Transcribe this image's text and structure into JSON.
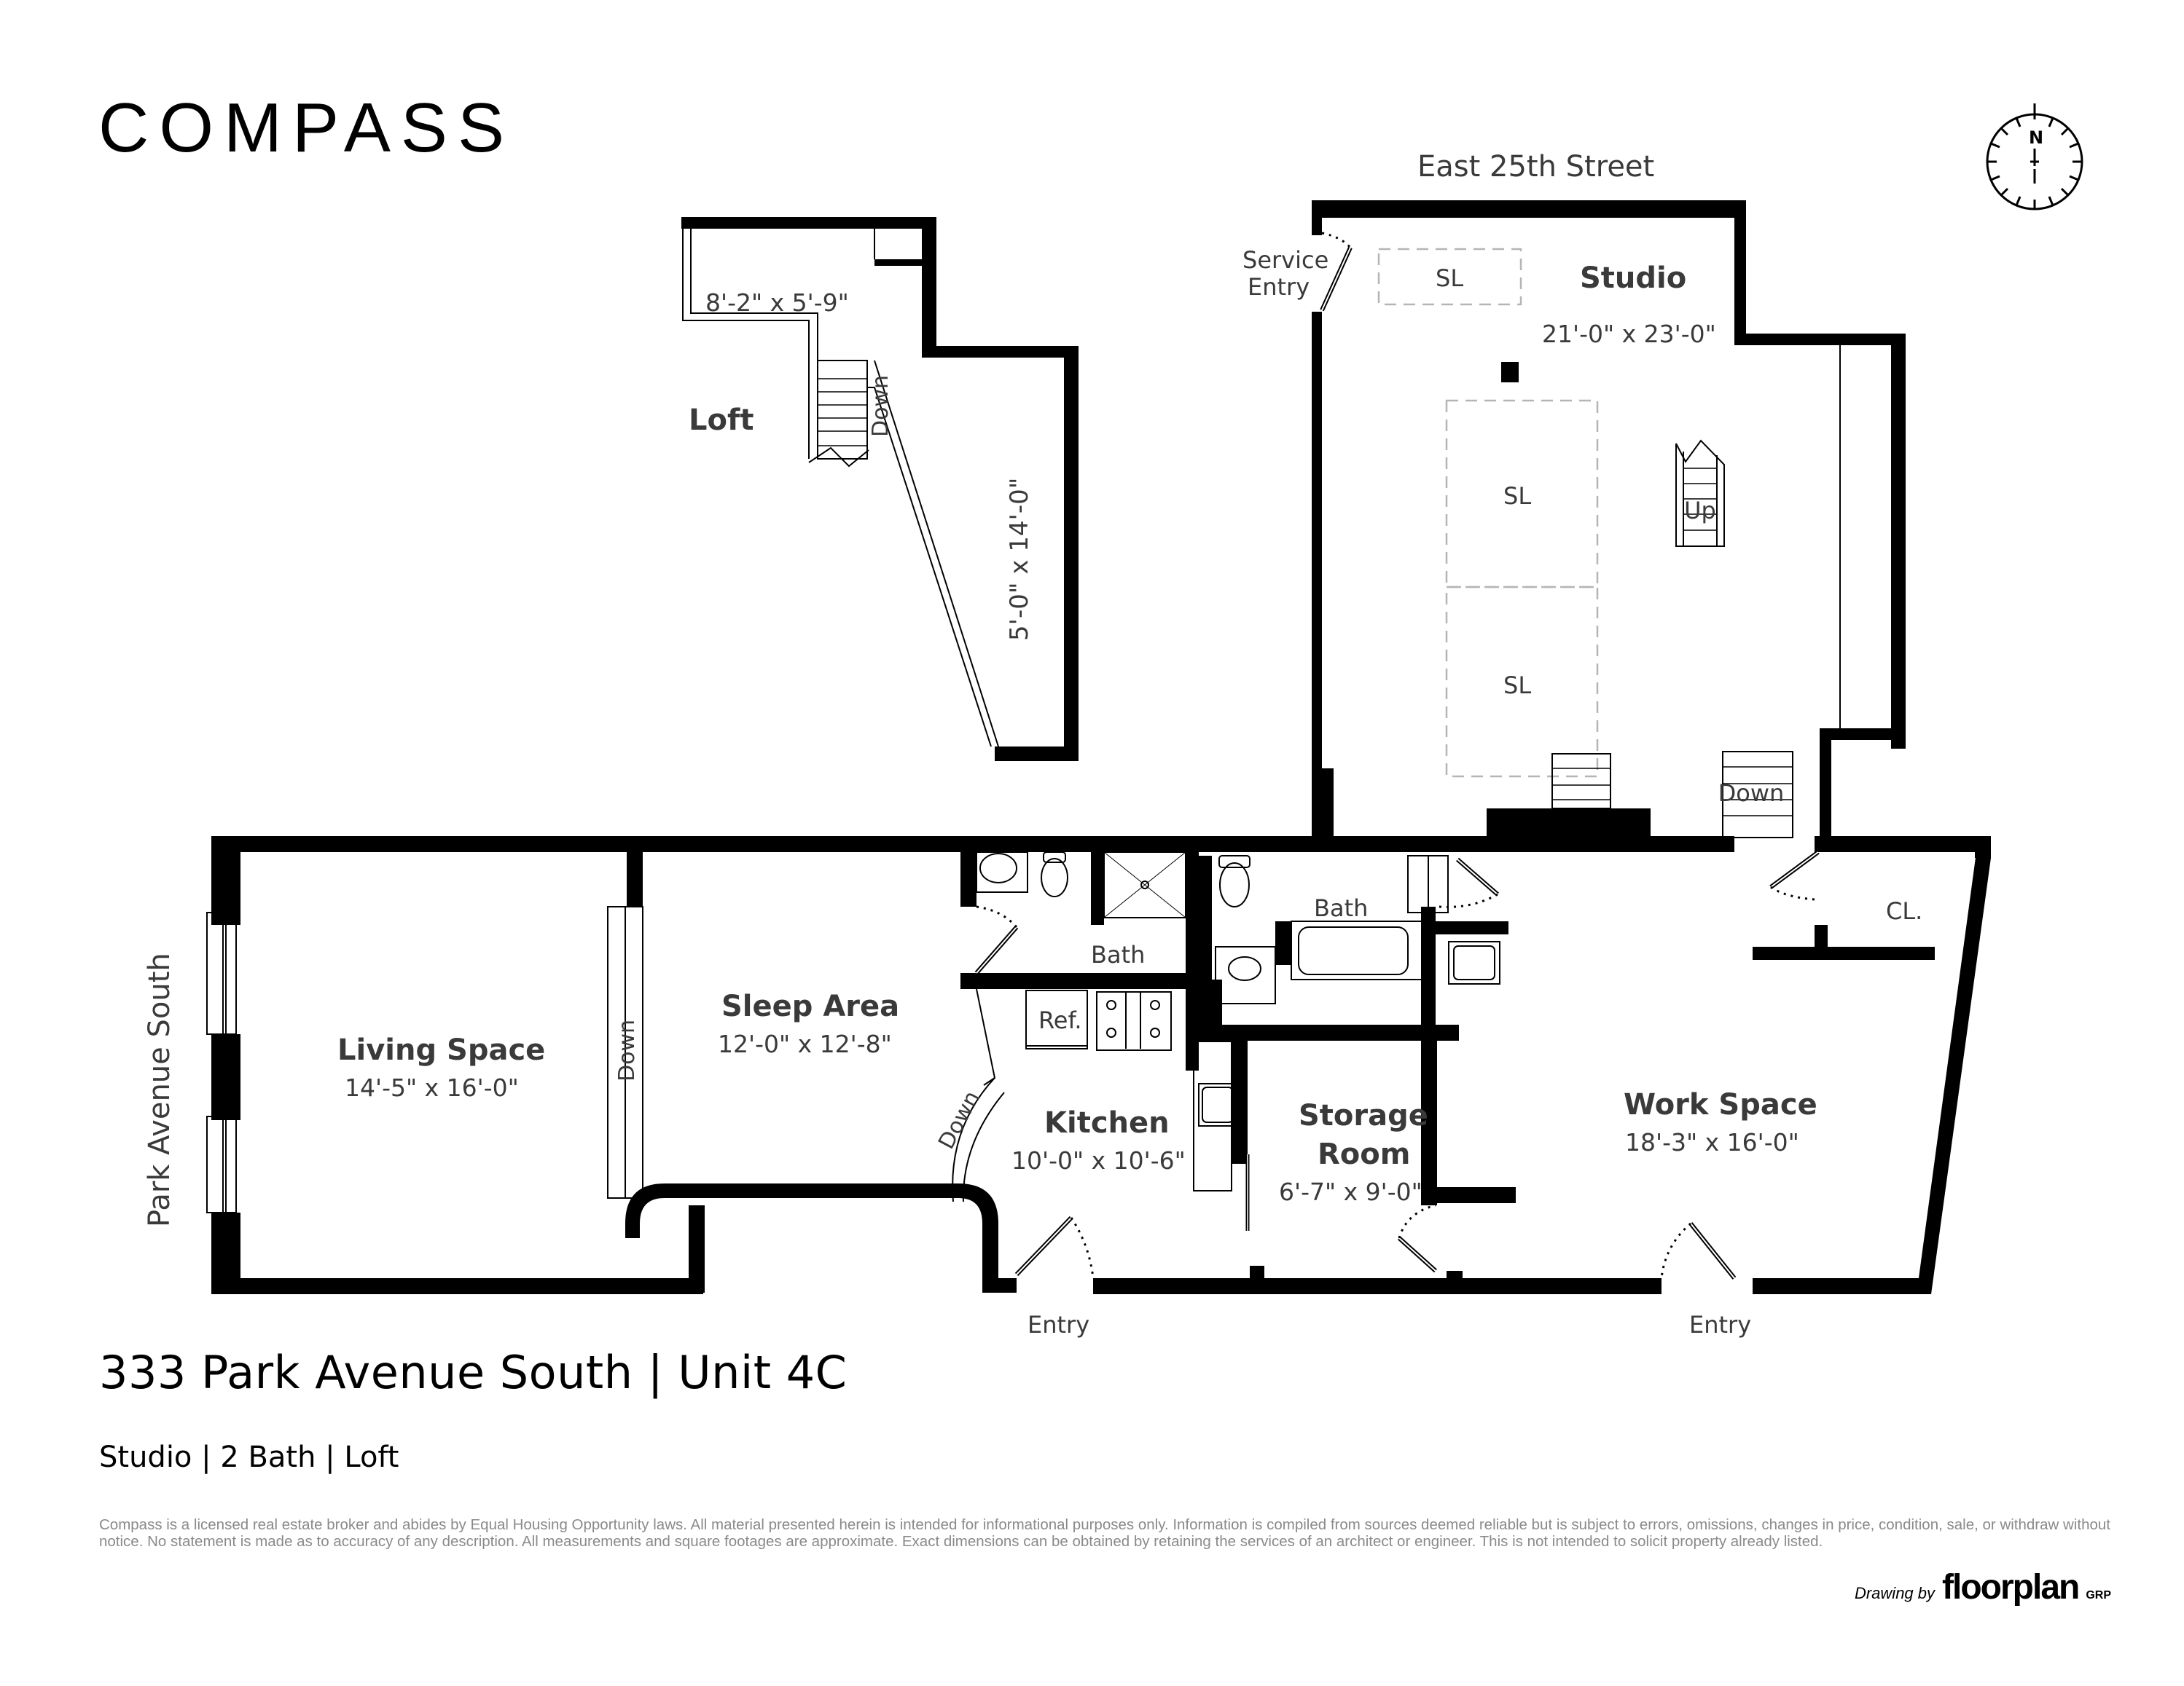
{
  "brand": {
    "logo_text": "COMPASS"
  },
  "compass": {
    "north_label": "N"
  },
  "streets": {
    "north": "East 25th Street",
    "west": "Park Avenue South"
  },
  "loft": {
    "name": "Loft",
    "dim_upper": "8'-2\" x 5'-9\"",
    "dim_lower": "5'-0\" x 14'-0\"",
    "stair_label": "Down"
  },
  "rooms": {
    "studio": {
      "name": "Studio",
      "dim": "21'-0\" x 23'-0\""
    },
    "living": {
      "name": "Living Space",
      "dim": "14'-5\" x 16'-0\""
    },
    "sleep": {
      "name": "Sleep Area",
      "dim": "12'-0\" x 12'-8\""
    },
    "kitchen": {
      "name": "Kitchen",
      "dim": "10'-0\" x 10'-6\""
    },
    "storage": {
      "name_line1": "Storage",
      "name_line2": "Room",
      "dim": "6'-7\" x 9'-0\""
    },
    "work": {
      "name": "Work Space",
      "dim": "18'-3\" x 16'-0\""
    },
    "bath1": {
      "name": "Bath"
    },
    "bath2": {
      "name": "Bath"
    },
    "closet": {
      "name": "CL."
    }
  },
  "labels": {
    "service_entry_1": "Service",
    "service_entry_2": "Entry",
    "skylight": "SL",
    "stair_up": "Up",
    "stair_down": "Down",
    "refrigerator": "Ref.",
    "entry": "Entry"
  },
  "listing": {
    "title": "333 Park Avenue South | Unit 4C",
    "subtitle": "Studio | 2 Bath | Loft"
  },
  "disclaimer": "Compass is a licensed real estate broker and abides by Equal Housing Opportunity laws. All material presented herein is intended for informational purposes only. Information is compiled from sources deemed reliable but is subject to errors, omissions, changes in price, condition, sale, or withdraw without notice. No statement is made as to accuracy of any description. All measurements and square footages are approximate. Exact dimensions can be obtained by retaining the services of an architect or engineer. This is not intended to solicit property already listed.",
  "credit": {
    "prefix": "Drawing by",
    "brand": "floorplan",
    "suffix": "GRP"
  }
}
